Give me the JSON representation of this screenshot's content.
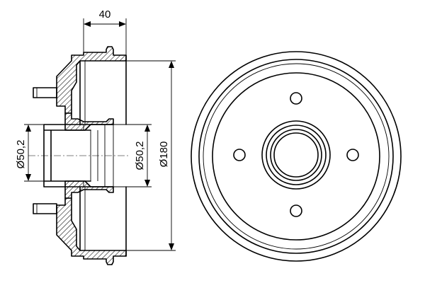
{
  "dimensions": {
    "width_label": "40",
    "bore_left_label": "Ø50,2",
    "bore_right_label": "Ø50,2",
    "outer_diameter_label": "Ø180"
  },
  "views": [
    "side-section-view",
    "front-view"
  ],
  "bolt_hole_count": 4
}
